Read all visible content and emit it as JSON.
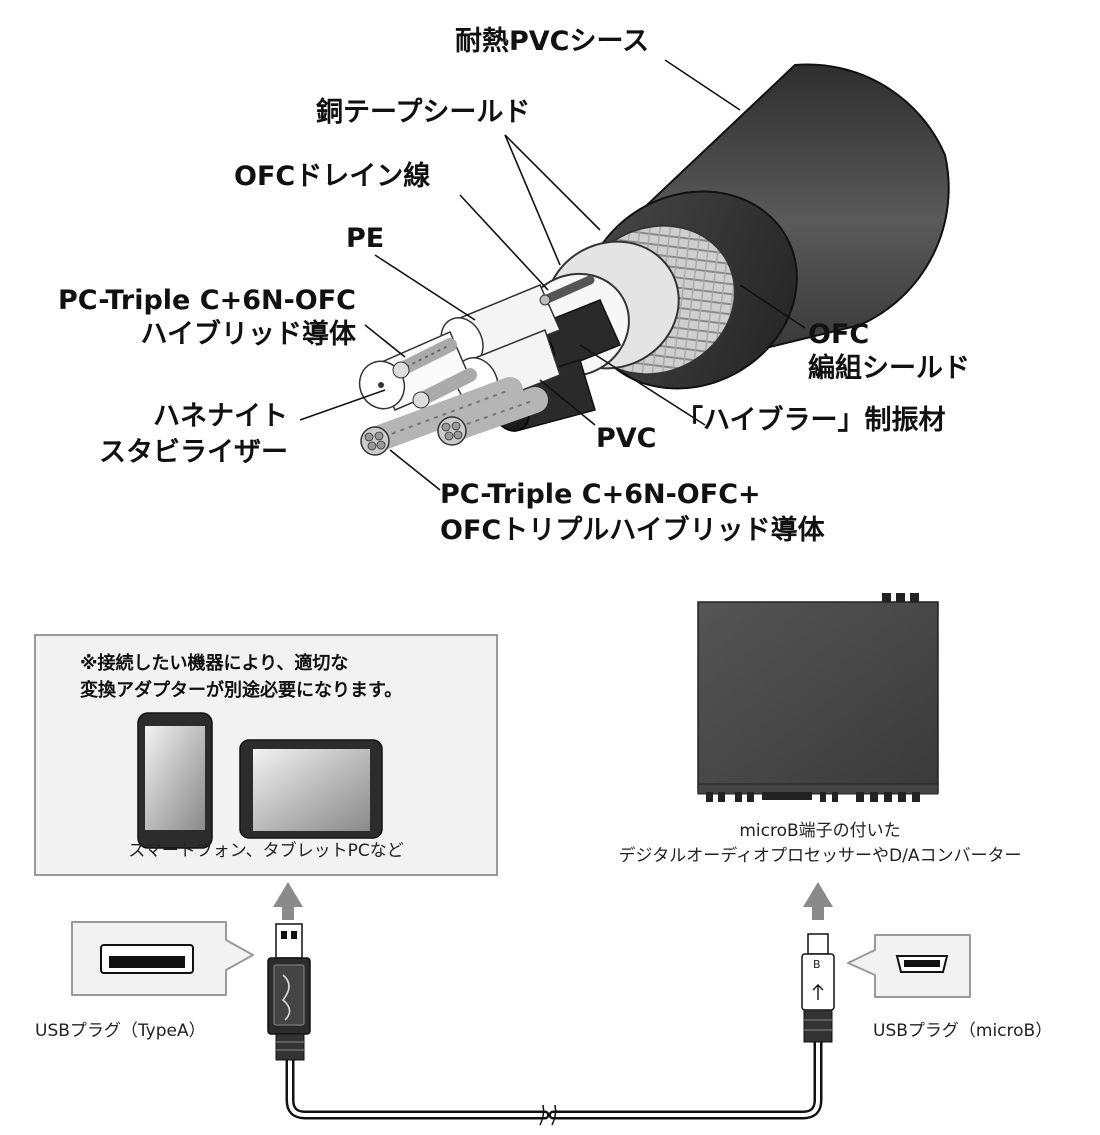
{
  "cable_labels": {
    "sheath": "耐熱PVCシース",
    "copper_tape": "銅テープシールド",
    "drain": "OFCドレイン線",
    "pe": "PE",
    "hybrid_conductor_1": "PC-Triple C+6N-OFC",
    "hybrid_conductor_2": "ハイブリッド導体",
    "stabilizer_1": "ハネナイト",
    "stabilizer_2": "スタビライザー",
    "ofc_braid_1": "OFC",
    "ofc_braid_2": "編組シールド",
    "damping": "「ハイブラー」制振材",
    "pvc": "PVC",
    "triple_conductor_1": "PC-Triple C+6N-OFC+",
    "triple_conductor_2": "OFCトリプルハイブリッド導体"
  },
  "connection": {
    "note_1": "※接続したい機器により、適切な",
    "note_2": "変換アダプターが別途必要になります。",
    "devices_caption": "スマートフォン、タブレットPCなど",
    "dac_caption_1": "microB端子の付いた",
    "dac_caption_2": "デジタルオーディオプロセッサーやD/Aコンバーター",
    "plug_a_label": "USBプラグ（TypeA）",
    "plug_b_label": "USBプラグ（microB）",
    "plug_b_letter": "B"
  },
  "colors": {
    "sheath": "#3c3c3c",
    "border": "#999999",
    "arrow": "#8a8a8a"
  }
}
